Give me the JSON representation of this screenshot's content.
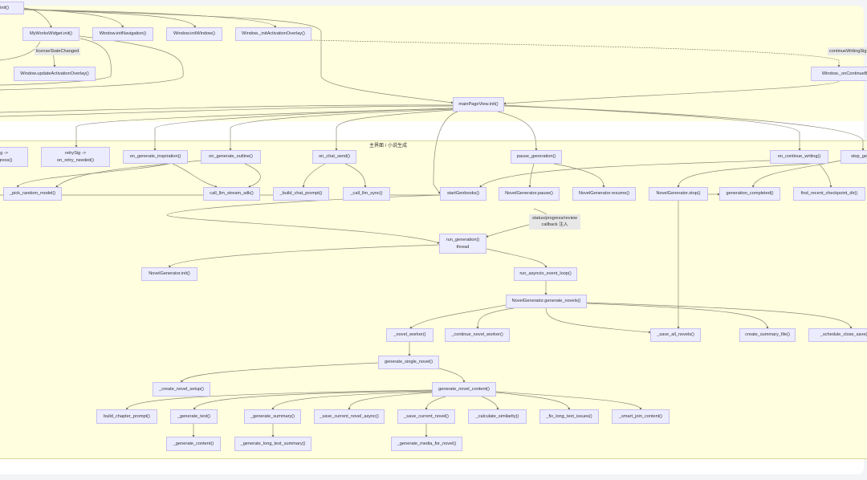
{
  "subgraph_title": "主界面 / 小说生成",
  "nodes": {
    "window_init": "Window.init()",
    "mywork_init": "MyWorksWidget.init()",
    "init_nav": "Window.initNavigation()",
    "init_window": "Window.initWindow()",
    "init_overlay": "Window._initActivationOverlay()",
    "update_overlay": "Window.updateActivationOverlay()",
    "on_continue_batch": "Window._onContinueBatch",
    "mainpage_init": "mainPageView.init()",
    "progress_sig": "Sig ->\nprogress()",
    "retry_sig": "retrySig ->\non_retry_needed()",
    "on_gen_insp": "on_generate_inspiration()",
    "on_gen_outline": "on_generate_outline()",
    "on_chat_send": "on_chat_send()",
    "pause_gen": "pause_generation()",
    "on_continue": "on_continue_writing()",
    "stop_gen": "stop_generation()",
    "pick_model": "_pick_random_model()",
    "llm_stream": "call_llm_stream_sdk()",
    "build_chat": "_build_chat_prompt()",
    "llm_sync": "_call_llm_sync()",
    "start_gen": "startGenbooks()",
    "ng_pause": "NovelGenerator.pause()",
    "ng_resume": "NovelGenerator.resume()",
    "ng_stop": "NovelGenerator.stop()",
    "gen_completed": "generation_completed()",
    "find_ckpt": "find_recent_checkpoint_dir()",
    "run_gen": "run_generation()\nthread",
    "ng_init": "NovelGenerator.init()",
    "asyncio_loop": "run_asyncio_event_loop()",
    "gen_novels": "NovelGenerator.generate_novels()",
    "novel_worker": "_novel_worker()",
    "continue_worker": "_continue_novel_worker()",
    "save_all": "_save_all_novels()",
    "summary_file": "create_summary_file()",
    "schedule_close": "_schedule_close_save()",
    "gen_single": "generate_single_novel()",
    "create_setup": "_create_novel_setup()",
    "gen_content": "generate_novel_content()",
    "chapter_prompt": "build_chapter_prompt()",
    "gen_text": "_generate_text()",
    "gen_summary": "_generate_summary()",
    "save_async": "_save_current_novel_async()",
    "save_current": "_save_current_novel()",
    "similarity": "_calculate_similarity()",
    "fix_long": "_fix_long_text_issues()",
    "smart_join": "_smart_join_content()",
    "gen_content2": "_generate_content()",
    "long_summary": "_generate_long_text_summary()",
    "gen_media": "_generate_media_for_novel()"
  },
  "edge_labels": {
    "license": "licenseStateChanged",
    "continue_sig": "continueWritingSig",
    "callback": "status/progress/review\ncallback 注入"
  }
}
